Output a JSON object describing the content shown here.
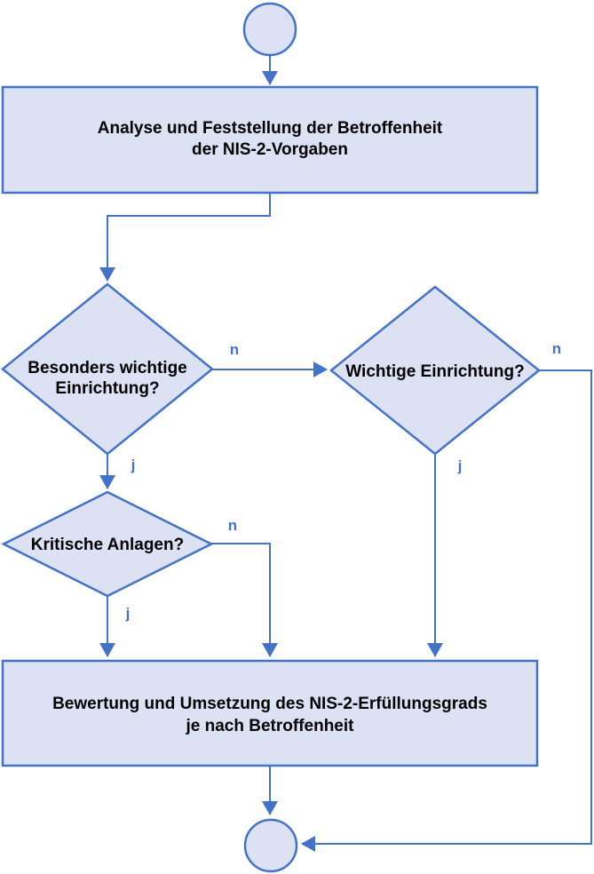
{
  "colors": {
    "accent": "#4472C4",
    "node_fill": "#DCE2F4",
    "text": "#000000"
  },
  "flowchart": {
    "nodes": {
      "start": {
        "type": "terminator"
      },
      "analyse": {
        "type": "process",
        "lines": [
          "Analyse und Feststellung der Betroffenheit",
          "der NIS-2-Vorgaben"
        ]
      },
      "besonders_wichtige_einrichtung": {
        "type": "decision",
        "lines": [
          "Besonders wichtige",
          "Einrichtung?"
        ]
      },
      "wichtige_einrichtung": {
        "type": "decision",
        "lines": [
          "Wichtige Einrichtung?"
        ]
      },
      "kritische_anlagen": {
        "type": "decision",
        "lines": [
          "Kritische Anlagen?"
        ]
      },
      "bewertung": {
        "type": "process",
        "lines": [
          "Bewertung und Umsetzung des NIS-2-Erfüllungsgrads",
          "je nach Betroffenheit"
        ]
      },
      "end": {
        "type": "terminator"
      }
    },
    "edges": [
      {
        "from": "start",
        "to": "analyse",
        "label": ""
      },
      {
        "from": "analyse",
        "to": "besonders_wichtige_einrichtung",
        "label": ""
      },
      {
        "from": "besonders_wichtige_einrichtung",
        "to": "wichtige_einrichtung",
        "label": "n"
      },
      {
        "from": "besonders_wichtige_einrichtung",
        "to": "kritische_anlagen",
        "label": "j"
      },
      {
        "from": "kritische_anlagen",
        "to": "bewertung",
        "label": "n"
      },
      {
        "from": "kritische_anlagen",
        "to": "bewertung",
        "label": "j"
      },
      {
        "from": "wichtige_einrichtung",
        "to": "bewertung",
        "label": "j"
      },
      {
        "from": "wichtige_einrichtung",
        "to": "end",
        "label": "n"
      },
      {
        "from": "bewertung",
        "to": "end",
        "label": ""
      }
    ]
  }
}
